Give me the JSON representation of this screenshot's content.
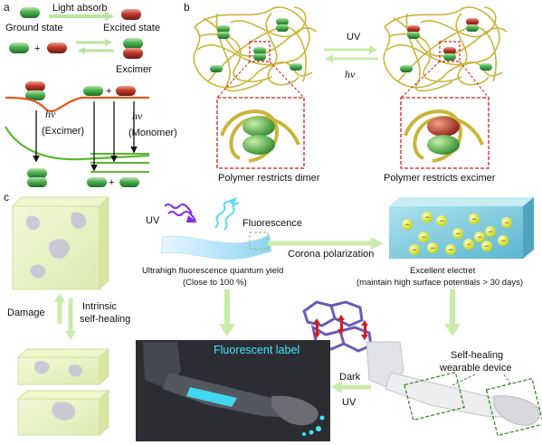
{
  "panel_a": {
    "letter": "a",
    "light_absorb": "Light absorb",
    "ground_state": "Ground state",
    "excited_state": "Excited state",
    "plus": "+",
    "excimer": "Excimer",
    "hv_symbol": "hν",
    "excimer_transition": "(Excimer)",
    "monomer_transition": "(Monomer)"
  },
  "panel_b": {
    "letter": "b",
    "uv": "UV",
    "hv_symbol": "hν",
    "left_caption": "Polymer restricts dimer",
    "right_caption": "Polymer restricts excimer"
  },
  "panel_c": {
    "letter": "c",
    "uv": "UV",
    "fluorescence": "Fluorescence",
    "corona": "Corona polarization",
    "yield_line1": "Ultrahigh fluorescence quantum yield",
    "yield_line2": "(Close to 100 %)",
    "electret_line1": "Excellent electret",
    "electret_line2": "(maintain high surface potentials > 30 days)",
    "damage": "Damage",
    "intrinsic_line1": "Intrinsic",
    "intrinsic_line2": "self-healing",
    "fluorescent_label": "Fluorescent label",
    "self_healing_line1": "Self-healing",
    "self_healing_line2": "wearable device",
    "dark": "Dark",
    "uv2": "UV",
    "charge_sign": "−"
  },
  "colors": {
    "ground_green": "#4caf50",
    "excited_red": "#c0392b",
    "excimer_curve": "#e8541c",
    "ground_curve": "#5cb82e",
    "dashed_red": "#cc1f1f",
    "polymer_yellow": "#c9b53a",
    "fluorescent_cyan": "#3fe6ff",
    "arrow_green": "#c8eca9"
  }
}
